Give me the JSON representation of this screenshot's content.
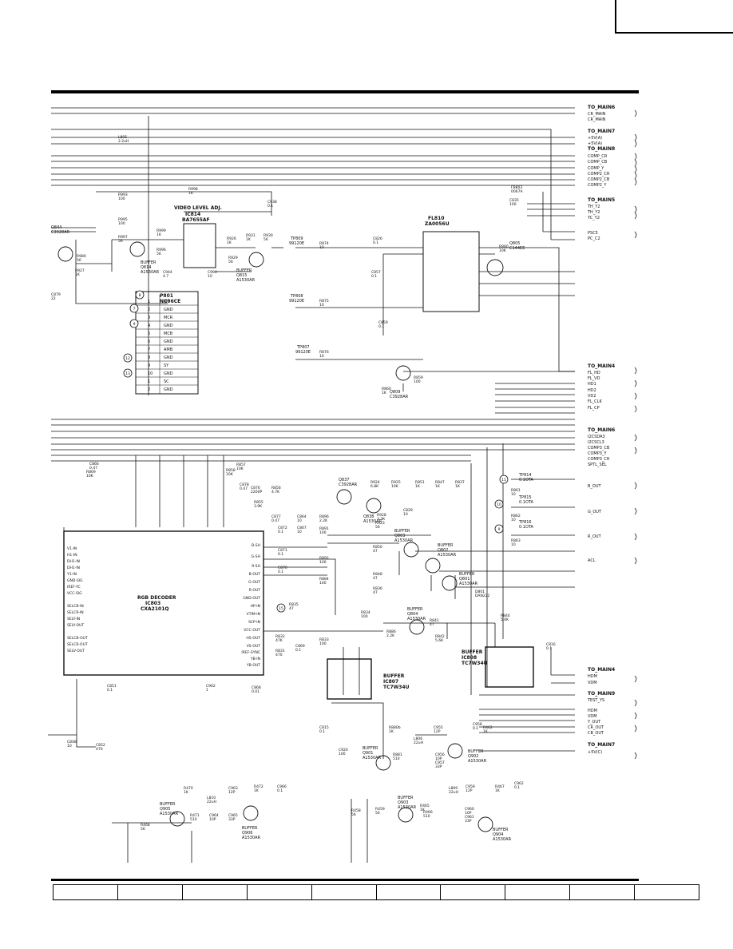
{
  "connectors": {
    "main6_a": {
      "title": "TO_MAIN6",
      "pins": [
        "CR_MAIN",
        "CR_MAIN"
      ]
    },
    "main7_a": {
      "title": "TO_MAIN7",
      "pins": [
        "+5V(A)",
        "+5V(A)"
      ]
    },
    "main8": {
      "title": "TO_MAIN8",
      "pins": [
        "COMP_CR",
        "COMP_CB",
        "COMP_Y",
        "COMP2_CR",
        "COMP2_CB",
        "COMP2_Y"
      ]
    },
    "main5": {
      "title": "TO_MAIN5",
      "pins": [
        "TH_Y2",
        "TH_Y2",
        "YC_Y2",
        "PSC5",
        "PC_C2"
      ]
    },
    "main4_a": {
      "title": "TO_MAIN4",
      "pins": [
        "FL_HD",
        "FL_VD",
        "HD1",
        "HD2",
        "VD2",
        "FL_CLK",
        "FL_CP"
      ]
    },
    "main6_b": {
      "title": "TO_MAIN6",
      "pins": [
        "I2CSDA3",
        "I2CSCL3",
        "COMP3_CB",
        "COMP3_Y",
        "COMP3_CR",
        "SPTL_SEL"
      ]
    },
    "outs": [
      "B_OUT",
      "G_OUT",
      "R_OUT",
      "ACL"
    ],
    "main4_b": {
      "title": "TO_MAIN4",
      "pins": [
        "HDM",
        "VDM"
      ]
    },
    "main9": {
      "title": "TO_MAIN9",
      "pins": [
        "TEST_YS",
        "HDM",
        "VDM",
        "Y_OUT",
        "CR_OUT",
        "CB_OUT"
      ]
    },
    "main7_b": {
      "title": "TO_MAIN7",
      "pins": [
        "+5V(C)"
      ]
    }
  },
  "ics": {
    "ic814": {
      "title": "VIDEO LEVEL ADJ.",
      "ref": "IC814",
      "part": "BA7655AF"
    },
    "fl810": {
      "ref": "FL810",
      "part": "ZA0056U"
    },
    "ic803": {
      "title": "RGB DECODER",
      "ref": "IC803",
      "part": "CXA2101Q"
    },
    "ic807": {
      "title": "BUFFER",
      "ref": "IC807",
      "part": "TC7W34U"
    },
    "ic808": {
      "title": "BUFFER",
      "ref": "IC808",
      "part": "TC7W34U"
    },
    "p801": {
      "ref": "P801",
      "part": "NC06CE"
    }
  },
  "transistors": [
    {
      "ref": "Q844",
      "part": "C3928AR"
    },
    {
      "ref": "Q814",
      "part": "A1530AR",
      "title": "BUFFER"
    },
    {
      "ref": "Q815",
      "part": "A1530AR",
      "title": "BUFFER"
    },
    {
      "ref": "Q805",
      "part": "C144EE"
    },
    {
      "ref": "Q809",
      "part": "C3928AR"
    },
    {
      "ref": "Q837",
      "part": "C3928AR"
    },
    {
      "ref": "Q838",
      "part": "A1530AR"
    },
    {
      "ref": "Q803",
      "part": "A1530AR",
      "title": "BUFFER"
    },
    {
      "ref": "Q802",
      "part": "A1530AR",
      "title": "BUFFER"
    },
    {
      "ref": "Q801",
      "part": "A1530AR",
      "title": "BUFFER"
    },
    {
      "ref": "Q804",
      "part": "A1530AR",
      "title": "BUFFER"
    },
    {
      "ref": "Q901",
      "part": "A1530AR",
      "title": "BUFFER"
    },
    {
      "ref": "Q902",
      "part": "A1530AR",
      "title": "BUFFER"
    },
    {
      "ref": "Q903",
      "part": "A1530AR",
      "title": "BUFFER"
    },
    {
      "ref": "Q904",
      "part": "A1530AR",
      "title": "BUFFER"
    },
    {
      "ref": "Q905",
      "part": "A1530AR",
      "title": "BUFFER"
    },
    {
      "ref": "Q906",
      "part": "A1530AR",
      "title": "BUFFER"
    }
  ],
  "p801_pins": [
    {
      "n": "1",
      "s": "MY"
    },
    {
      "n": "2",
      "s": "GND"
    },
    {
      "n": "3",
      "s": "MCR"
    },
    {
      "n": "4",
      "s": "GND"
    },
    {
      "n": "5",
      "s": "MCB"
    },
    {
      "n": "6",
      "s": "GND"
    },
    {
      "n": "7",
      "s": "AMB"
    },
    {
      "n": "8",
      "s": "GND"
    },
    {
      "n": "9",
      "s": "SY"
    },
    {
      "n": "10",
      "s": "GND"
    },
    {
      "n": "1",
      "s": "SC"
    },
    {
      "n": "2",
      "s": "GND"
    }
  ],
  "ic803_left_pins": [
    "V1-IN",
    "H1-IN",
    "DH1-IN",
    "DH1-IN",
    "Y1-IN",
    "GND-SIG",
    "IREF-YC",
    "VCC-SIG",
    "SELCB-IN",
    "SELCR-IN",
    "SELY-IN",
    "SELY-OUT",
    "SELCB-OUT",
    "SELCR-OUT",
    "SELV-OUT"
  ],
  "ic803_right_pins": [
    "B-SH",
    "G-SH",
    "R-SH",
    "B-OUT",
    "G-OUT",
    "R-OUT",
    "GND-OUT",
    "HP-IN",
    "VTIM-IN",
    "SCP-IN",
    "VCC-OUT",
    "HS-OUT",
    "VS-OUT",
    "IREF-SYNC",
    "YB-IN",
    "YB-OUT"
  ],
  "test_points": [
    {
      "ref": "TP809",
      "part": "99120E"
    },
    {
      "ref": "TP808",
      "part": "99120E"
    },
    {
      "ref": "TP807",
      "part": "99120E"
    },
    {
      "ref": "TP814",
      "part": "0.1OTA"
    },
    {
      "ref": "TP815",
      "part": "0.1OTA"
    },
    {
      "ref": "TP816",
      "part": "0.1OTA"
    }
  ],
  "components": [
    {
      "ref": "R998",
      "v": "1K"
    },
    {
      "ref": "C938",
      "v": "0.1"
    },
    {
      "ref": "L805",
      "v": "2.2uH"
    },
    {
      "ref": "R993",
      "v": "100"
    },
    {
      "ref": "R995",
      "v": "100"
    },
    {
      "ref": "R997",
      "v": "56"
    },
    {
      "ref": "R999",
      "v": "1K"
    },
    {
      "ref": "R996",
      "v": "56"
    },
    {
      "ref": "R926",
      "v": "1K"
    },
    {
      "ref": "R929",
      "v": "56"
    },
    {
      "ref": "R931",
      "v": "1K"
    },
    {
      "ref": "R930",
      "v": "56"
    },
    {
      "ref": "R980",
      "v": "56"
    },
    {
      "ref": "R927",
      "v": "1K"
    },
    {
      "ref": "C944",
      "v": "4.7"
    },
    {
      "ref": "C990",
      "v": "10"
    },
    {
      "ref": "R874",
      "v": "10"
    },
    {
      "ref": "R875",
      "v": "10"
    },
    {
      "ref": "R876",
      "v": "10"
    },
    {
      "ref": "R880",
      "v": "10K"
    },
    {
      "ref": "R859",
      "v": "100"
    },
    {
      "ref": "R860",
      "v": "1K"
    },
    {
      "ref": "C826",
      "v": "0.1"
    },
    {
      "ref": "C857",
      "v": "0.1"
    },
    {
      "ref": "C859",
      "v": "0.1"
    },
    {
      "ref": "FB803",
      "v": "0067A"
    },
    {
      "ref": "C835",
      "v": "100"
    },
    {
      "ref": "R924",
      "v": "6.8K"
    },
    {
      "ref": "R925",
      "v": "10K"
    },
    {
      "ref": "R923",
      "v": "56"
    },
    {
      "ref": "R928",
      "v": "3.3K"
    },
    {
      "ref": "R851",
      "v": "1K"
    },
    {
      "ref": "R847",
      "v": "1K"
    },
    {
      "ref": "R837",
      "v": "1K"
    },
    {
      "ref": "C829",
      "v": "10"
    },
    {
      "ref": "R850",
      "v": "47"
    },
    {
      "ref": "R848",
      "v": "47"
    },
    {
      "ref": "R836",
      "v": "47"
    },
    {
      "ref": "R841",
      "v": "47"
    },
    {
      "ref": "R842",
      "v": "5.6K"
    },
    {
      "ref": "R844",
      "v": "5.6K"
    },
    {
      "ref": "D801",
      "v": "DAN222"
    },
    {
      "ref": "C816",
      "v": "0.1"
    },
    {
      "ref": "R886",
      "v": "2.2K"
    },
    {
      "ref": "R834",
      "v": "100"
    },
    {
      "ref": "R833",
      "v": "100"
    },
    {
      "ref": "R832",
      "v": "47K"
    },
    {
      "ref": "R831",
      "v": "470"
    },
    {
      "ref": "C869",
      "v": "0.1"
    },
    {
      "ref": "R835",
      "v": "47"
    },
    {
      "ref": "R891",
      "v": "100"
    },
    {
      "ref": "R892",
      "v": "100"
    },
    {
      "ref": "R884",
      "v": "100"
    },
    {
      "ref": "R896",
      "v": "2.2K"
    },
    {
      "ref": "C872",
      "v": "0.1"
    },
    {
      "ref": "C871",
      "v": "0.1"
    },
    {
      "ref": "C870",
      "v": "0.1"
    },
    {
      "ref": "R857",
      "v": "10K"
    },
    {
      "ref": "R858",
      "v": "10K"
    },
    {
      "ref": "C876",
      "v": "2200P"
    },
    {
      "ref": "C878",
      "v": "0.47"
    },
    {
      "ref": "R856",
      "v": "4.7K"
    },
    {
      "ref": "R855",
      "v": "3.9K"
    },
    {
      "ref": "C877",
      "v": "0.47"
    },
    {
      "ref": "C864",
      "v": "10"
    },
    {
      "ref": "C866",
      "v": "0.47"
    },
    {
      "ref": "C867",
      "v": "10"
    },
    {
      "ref": "R869",
      "v": "10K"
    },
    {
      "ref": "C851",
      "v": "0.1"
    },
    {
      "ref": "C852",
      "v": "470"
    },
    {
      "ref": "C848",
      "v": "10"
    },
    {
      "ref": "C902",
      "v": "1"
    },
    {
      "ref": "C868",
      "v": "0.01"
    },
    {
      "ref": "C815",
      "v": "0.1"
    },
    {
      "ref": "C920",
      "v": "100"
    },
    {
      "ref": "R880b",
      "v": "1K"
    },
    {
      "ref": "R881",
      "v": "510"
    },
    {
      "ref": "L806",
      "v": "22uH"
    },
    {
      "ref": "C955",
      "v": "12P"
    },
    {
      "ref": "C956",
      "v": "10P"
    },
    {
      "ref": "C957",
      "v": "33P"
    },
    {
      "ref": "R462",
      "v": "1K"
    },
    {
      "ref": "C958",
      "v": "0.1"
    },
    {
      "ref": "R465",
      "v": "1K"
    },
    {
      "ref": "R466",
      "v": "510"
    },
    {
      "ref": "L809",
      "v": "22uH"
    },
    {
      "ref": "C959",
      "v": "12P"
    },
    {
      "ref": "C960",
      "v": "10P"
    },
    {
      "ref": "C961",
      "v": "33P"
    },
    {
      "ref": "R467",
      "v": "1K"
    },
    {
      "ref": "C962",
      "v": "0.1"
    },
    {
      "ref": "R458",
      "v": "56"
    },
    {
      "ref": "R459",
      "v": "56"
    },
    {
      "ref": "R470",
      "v": "1K"
    },
    {
      "ref": "R471",
      "v": "510"
    },
    {
      "ref": "L810",
      "v": "22uH"
    },
    {
      "ref": "C963",
      "v": "12P"
    },
    {
      "ref": "C964",
      "v": "10P"
    },
    {
      "ref": "C965",
      "v": "33P"
    },
    {
      "ref": "R472",
      "v": "1K"
    },
    {
      "ref": "C966",
      "v": "0.1"
    },
    {
      "ref": "R468",
      "v": "56"
    },
    {
      "ref": "C879",
      "v": "22"
    },
    {
      "ref": "R861",
      "v": "10"
    },
    {
      "ref": "R862",
      "v": "10"
    },
    {
      "ref": "R863",
      "v": "10"
    }
  ],
  "circle_refs": [
    "8",
    "7",
    "9",
    "12",
    "13",
    "15",
    "11",
    "10",
    "9"
  ]
}
